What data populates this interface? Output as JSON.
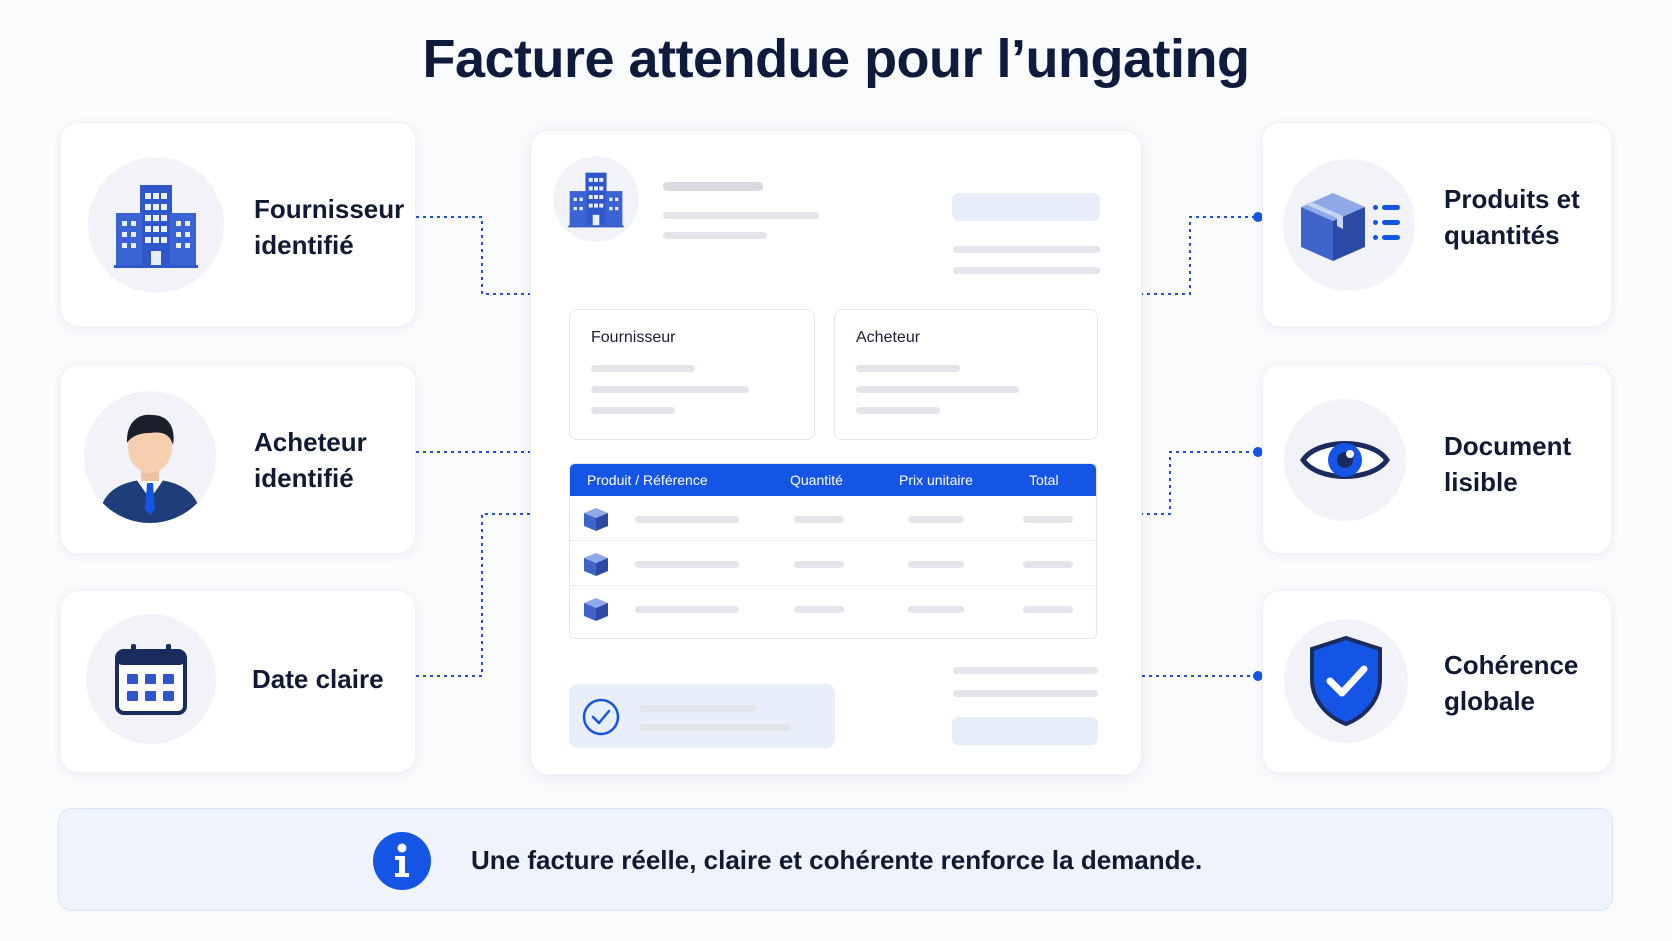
{
  "title": "Facture attendue pour l’ungating",
  "left_items": [
    {
      "label": "Fournisseur\nidentifié",
      "icon": "building-icon"
    },
    {
      "label": "Acheteur\nidentifié",
      "icon": "person-icon"
    },
    {
      "label": "Date claire",
      "icon": "calendar-icon"
    }
  ],
  "right_items": [
    {
      "label": "Produits et\nquantités",
      "icon": "package-list-icon"
    },
    {
      "label": "Document\nlisible",
      "icon": "eye-icon"
    },
    {
      "label": "Cohérence\nglobale",
      "icon": "shield-check-icon"
    }
  ],
  "invoice": {
    "supplier_box": "Fournisseur",
    "buyer_box": "Acheteur",
    "table_headers": [
      "Produit / Référence",
      "Quantité",
      "Prix unitaire",
      "Total"
    ]
  },
  "banner": {
    "text": "Une facture réelle, claire et cohérente renforce la demande.",
    "icon": "info-icon"
  },
  "colors": {
    "accent": "#1555e6",
    "dark_navy": "#0f1b3d",
    "icon_blue": "#2f57c9"
  }
}
